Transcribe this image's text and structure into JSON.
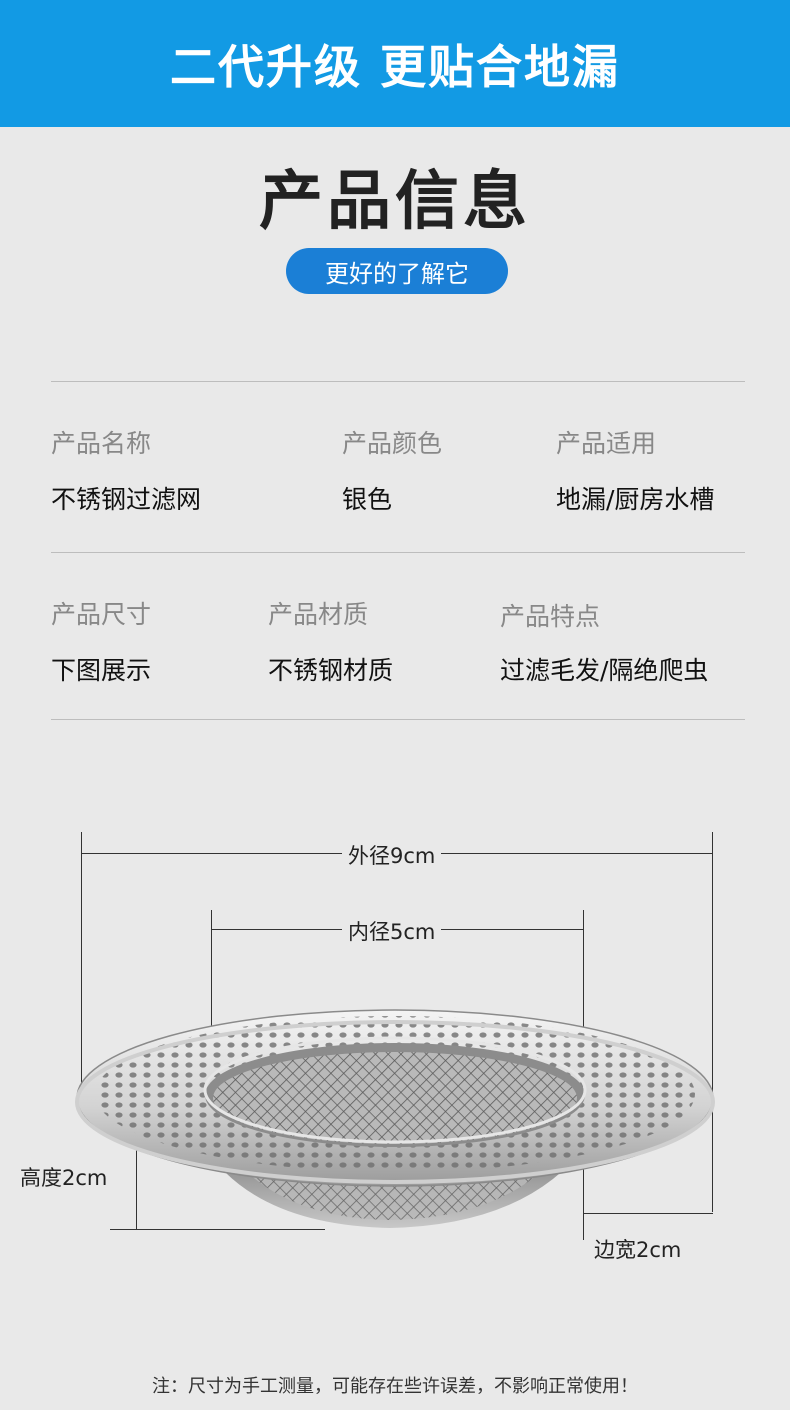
{
  "banner": {
    "title": "二代升级 更贴合地漏",
    "color": "#129ae4"
  },
  "header": {
    "title": "产品信息",
    "subtitle": "更好的了解它",
    "accent": "#1b7fd6"
  },
  "info": {
    "row1": [
      {
        "label": "产品名称",
        "value": "不锈钢过滤网"
      },
      {
        "label": "产品颜色",
        "value": "银色"
      },
      {
        "label": "产品适用",
        "value": "地漏/厨房水槽"
      }
    ],
    "row2": [
      {
        "label": "产品尺寸",
        "value": "下图展示"
      },
      {
        "label": "产品材质",
        "value": "不锈钢材质"
      },
      {
        "label": "产品特点",
        "value": "过滤毛发/隔绝爬虫"
      }
    ]
  },
  "dimensions": {
    "outer": "外径9cm",
    "inner": "内径5cm",
    "height": "高度2cm",
    "rim": "边宽2cm"
  },
  "product_image": {
    "name": "stainless-steel-drain-strainer"
  },
  "footer": {
    "note": "注：尺寸为手工测量，可能存在些许误差，不影响正常使用！"
  }
}
